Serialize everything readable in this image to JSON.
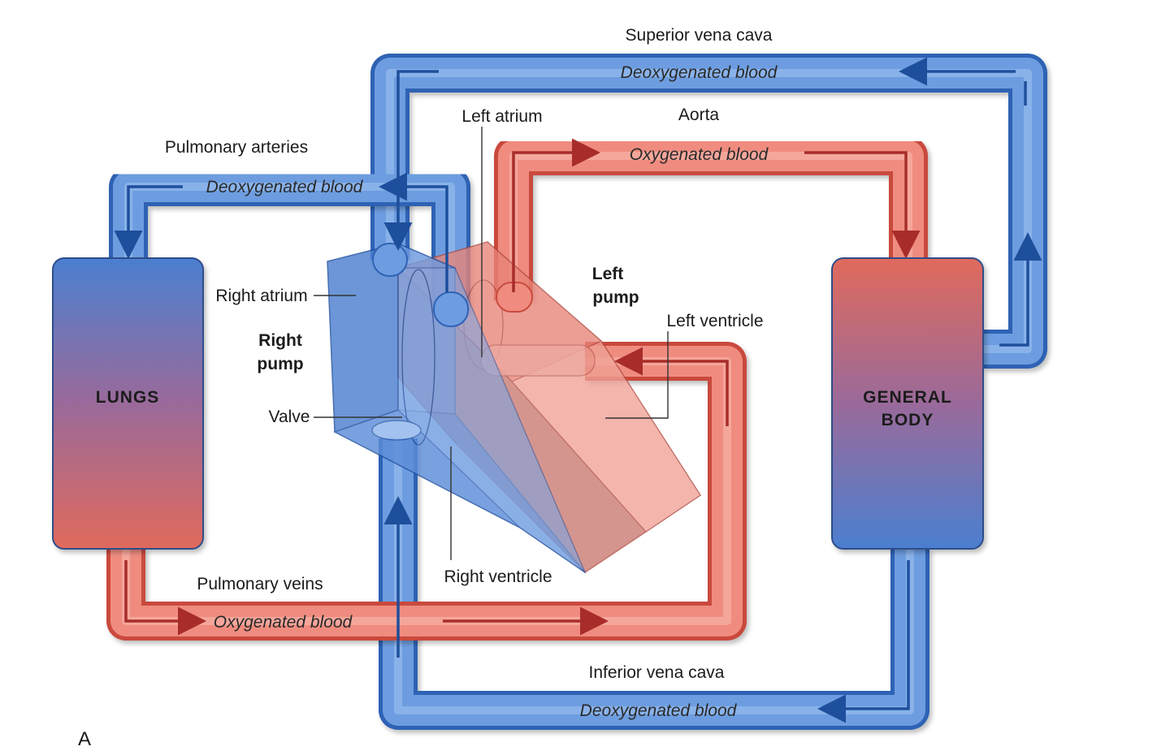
{
  "vessels": {
    "superior_vena_cava": "Superior vena cava",
    "aorta": "Aorta",
    "pulmonary_arteries": "Pulmonary arteries",
    "pulmonary_veins": "Pulmonary veins",
    "inferior_vena_cava": "Inferior vena cava"
  },
  "flow_labels": {
    "superior": "Deoxygenated blood",
    "aorta": "Oxygenated blood",
    "pulmonary_arteries": "Deoxygenated blood",
    "pulmonary_veins": "Oxygenated blood",
    "inferior": "Deoxygenated blood"
  },
  "heart": {
    "left_atrium": "Left atrium",
    "right_atrium": "Right atrium",
    "left_pump_line1": "Left",
    "left_pump_line2": "pump",
    "right_pump_line1": "Right",
    "right_pump_line2": "pump",
    "left_ventricle": "Left ventricle",
    "valve": "Valve",
    "right_ventricle": "Right ventricle"
  },
  "organs": {
    "lungs": "LUNGS",
    "body_line1": "GENERAL",
    "body_line2": "BODY"
  },
  "figure_label": "A",
  "colors": {
    "deoxygenated": "#3f73c2",
    "oxygenated": "#e06a5c",
    "arrow_blue": "#1e4f9c",
    "arrow_red": "#a82d2a"
  }
}
